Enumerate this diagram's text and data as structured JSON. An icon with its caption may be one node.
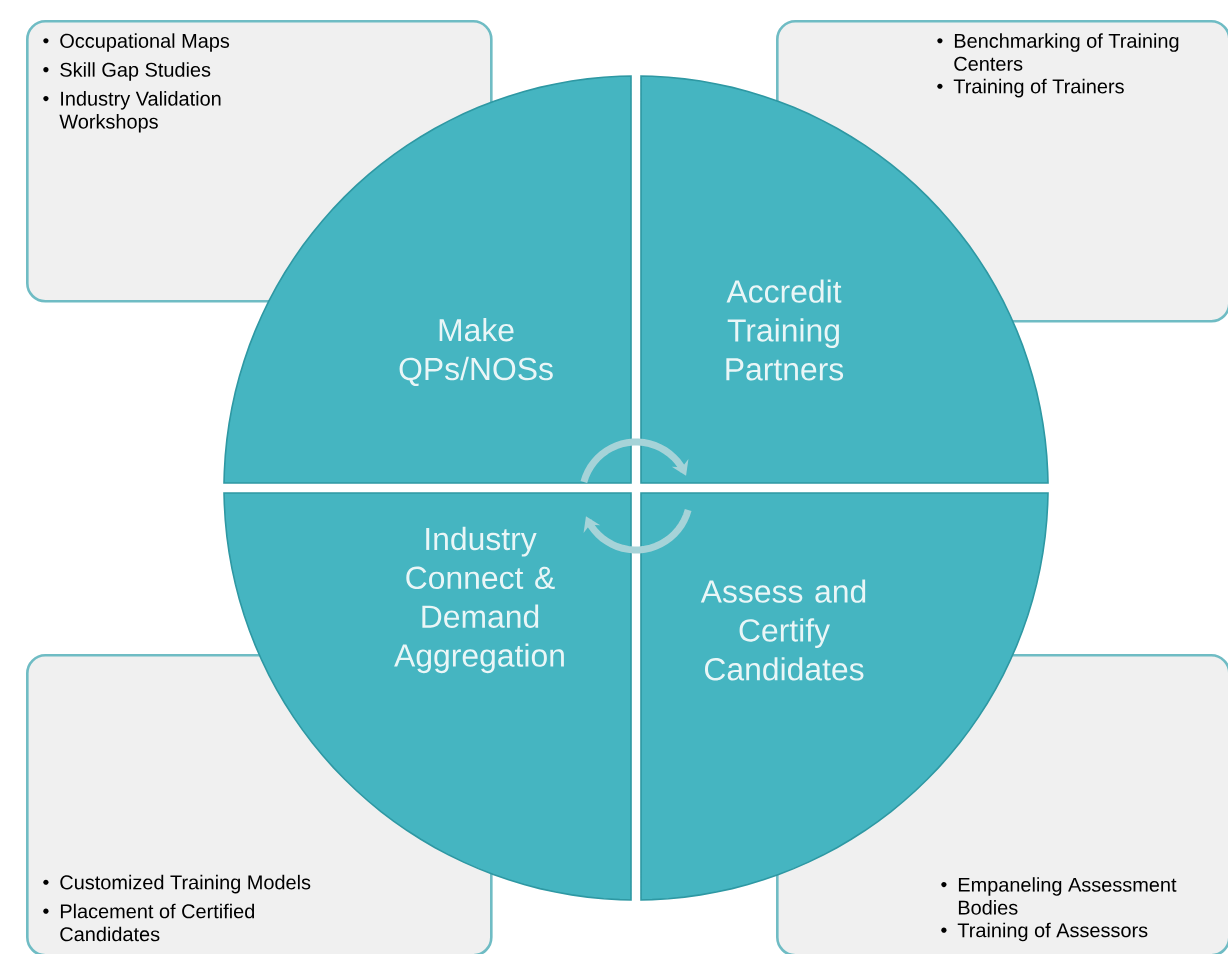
{
  "diagram": {
    "nodes": [
      {
        "text": [
          "Occupational Maps",
          "Skill Gap Studies",
          "Industry Validation Workshops"
        ]
      },
      {
        "text": [
          "Benchmarking of Training Centers",
          "Training of Trainers"
        ]
      },
      {
        "text": [
          "Make QPs/NOSs"
        ]
      },
      {
        "text": [
          "Accredit Training Partners"
        ]
      },
      {
        "text": [
          "Industry Connect & Demand Aggregation"
        ]
      },
      {
        "text": [
          "Assess and Certify Candidates"
        ]
      },
      {
        "text": [
          "Customized Training Models",
          "Placement of Certified Candidates"
        ]
      },
      {
        "text": [
          "Empaneling Assessment Bodies",
          "Training of Assessors"
        ]
      }
    ],
    "edges": [
      {
        "from": 2,
        "to": 3,
        "arrow": "to"
      },
      {
        "from": 5,
        "to": 4,
        "arrow": "to"
      }
    ]
  }
}
